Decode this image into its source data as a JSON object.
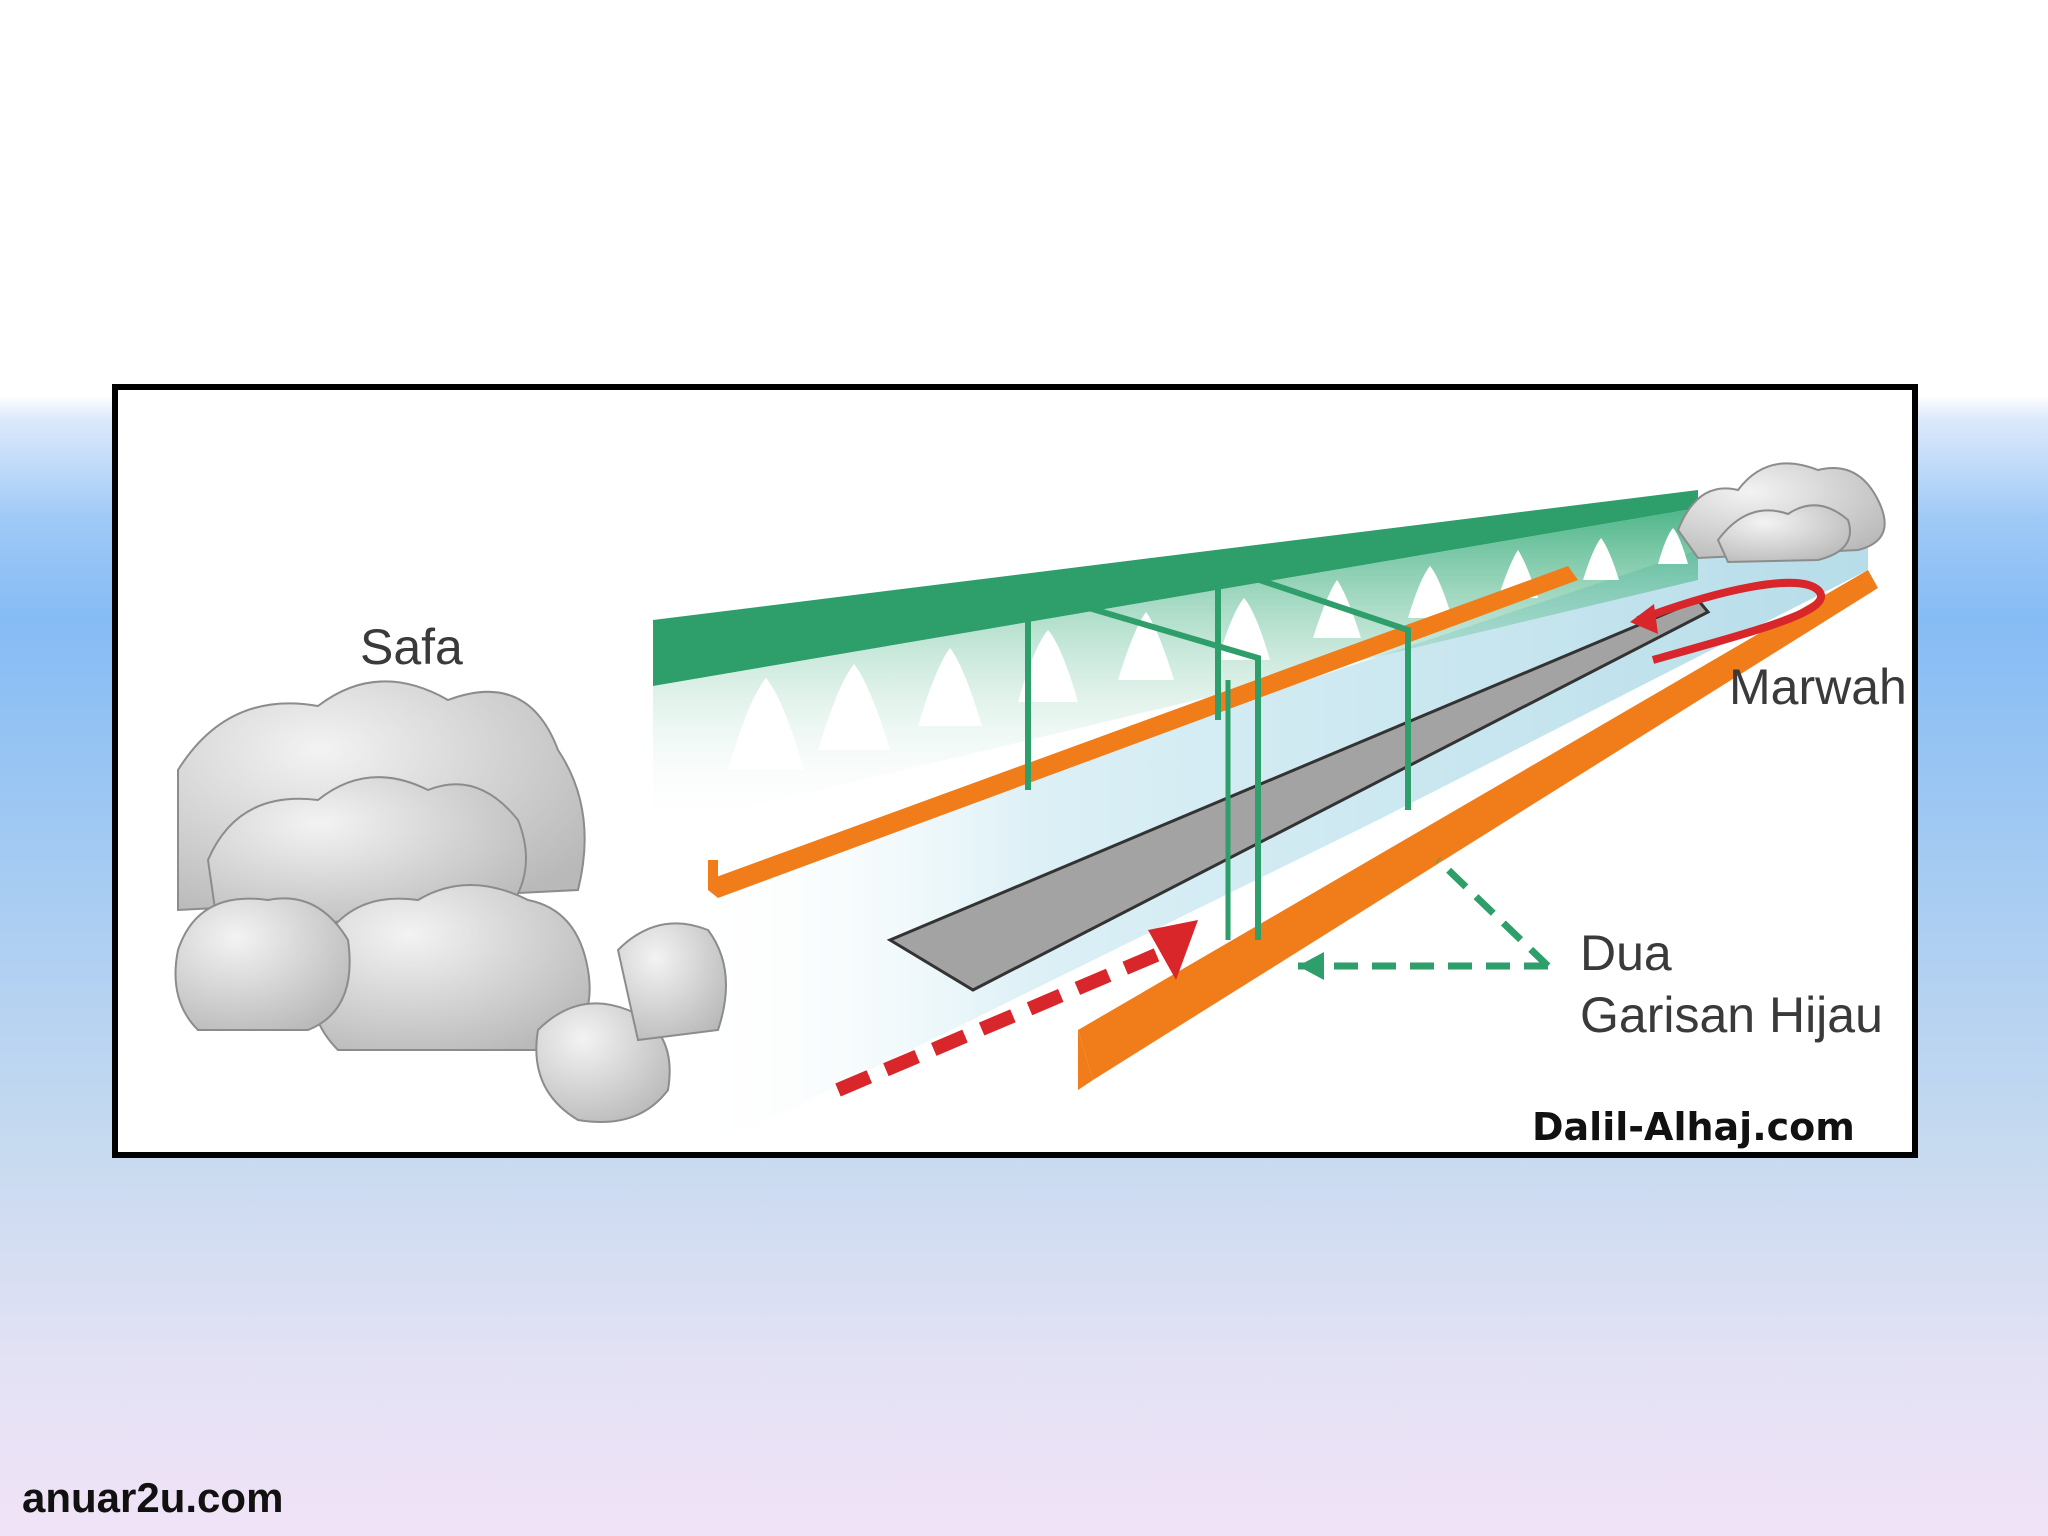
{
  "diagram": {
    "labels": {
      "safa": "Safa",
      "marwah": "Marwah",
      "dua": "Dua",
      "garisan_hijau": "Garisan Hijau"
    },
    "credit": "Dalil-Alhaj.com"
  },
  "footer": {
    "site": "anuar2u.com"
  },
  "colors": {
    "green_marker": "#2e9e6b",
    "orange_wall": "#f07d1a",
    "direction_arrow": "#d8262a",
    "path_strip": "#a3a3a3",
    "floor": "#c7e6f1",
    "rocks": "#d6d6d6"
  }
}
